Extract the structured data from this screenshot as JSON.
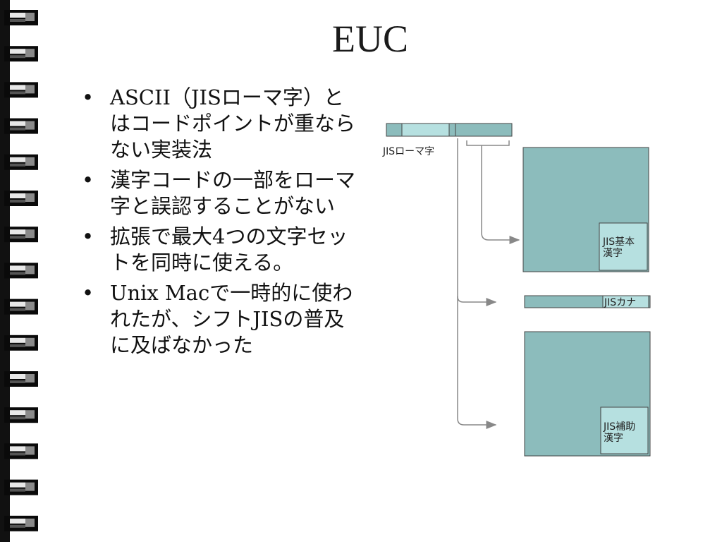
{
  "slide": {
    "title": "EUC",
    "bullets": [
      "ASCII（JISローマ字）とはコードポイントが重ならない実装法",
      "漢字コードの一部をローマ字と誤認することがない",
      "拡張で最大4つの文字セットを同時に使える。",
      "Unix Macで一時的に使われたが、シフトJISの普及に及ばなかった"
    ]
  },
  "diagram": {
    "romaji_label": "JISローマ字",
    "kihon_label_1": "JIS基本",
    "kihon_label_2": "漢字",
    "kana_label": "JISカナ",
    "hojo_label_1": "JIS補助",
    "hojo_label_2": "漢字",
    "colors": {
      "teal": "#8cbcbc",
      "light_teal": "#b6e0e0",
      "line": "#888888",
      "border": "#444444"
    }
  },
  "icons": {
    "binding": "spiral-binding-icon"
  }
}
